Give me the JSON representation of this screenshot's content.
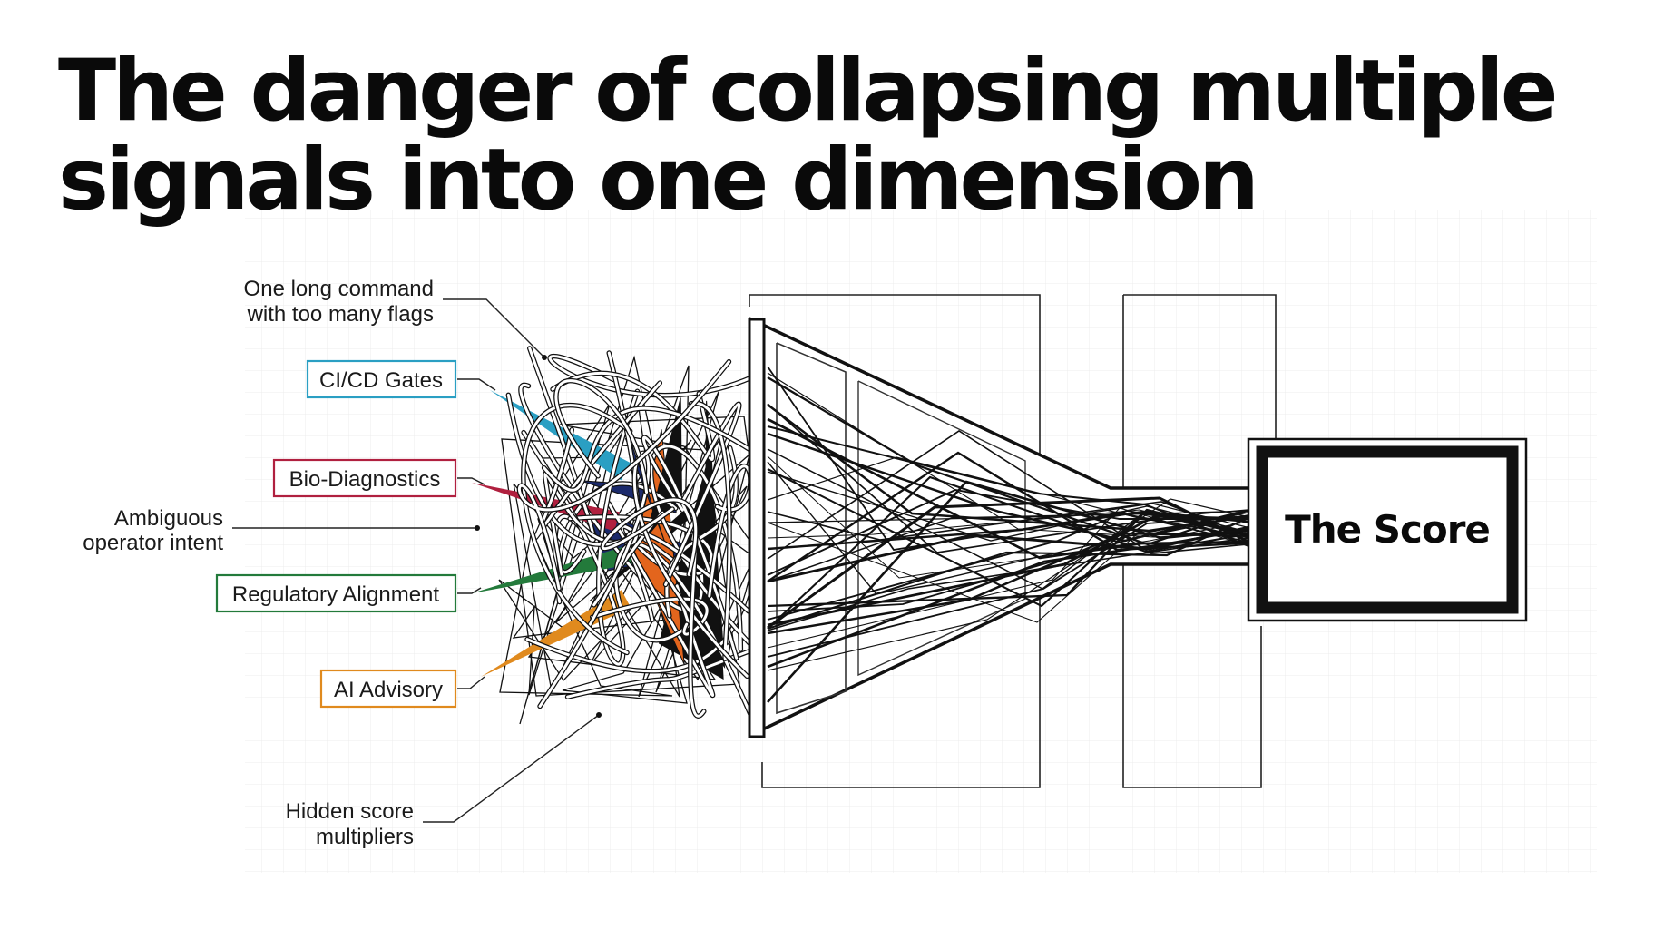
{
  "title": {
    "line1": "The danger of collapsing multiple",
    "line2": "signals into one dimension"
  },
  "annotations": {
    "long_command_line1": "One long command",
    "long_command_line2": "with too many flags",
    "ambiguous_line1": "Ambiguous",
    "ambiguous_line2": "operator intent",
    "hidden_line1": "Hidden score",
    "hidden_line2": "multipliers"
  },
  "signals": [
    {
      "label": "CI/CD Gates",
      "color": "#2a9fc3"
    },
    {
      "label": "Bio-Diagnostics",
      "color": "#b0203f"
    },
    {
      "label": "Regulatory Alignment",
      "color": "#237a3b"
    },
    {
      "label": "AI Advisory",
      "color": "#e08a1e"
    }
  ],
  "output": {
    "label": "The Score"
  },
  "colors": {
    "navy": "#1b2a6b",
    "orange": "#e3651d",
    "ink": "#111111",
    "grid": "#ececec"
  }
}
